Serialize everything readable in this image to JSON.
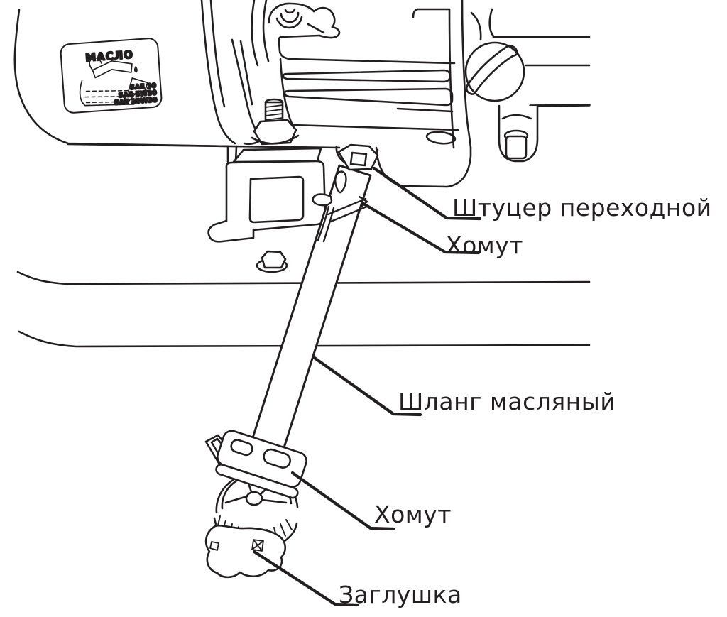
{
  "diagram": {
    "type": "engine-oil-drain-hose-parts-diagram",
    "background_color": "#ffffff",
    "line_color": "#231f20",
    "labels": {
      "adapter_fitting": "Штуцер переходной",
      "clamp_top": "Хомут",
      "oil_hose": "Шланг масляный",
      "clamp_bottom": "Хомут",
      "plug": "Заглушка"
    },
    "oil_sticker": {
      "title": "МАСЛО",
      "sae_grades": [
        "SAE 30",
        "SAE 5W30",
        "SAE 10W30"
      ]
    }
  }
}
